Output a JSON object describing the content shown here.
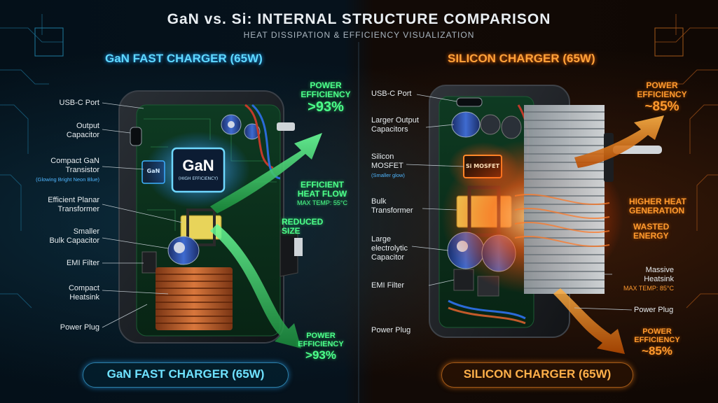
{
  "header": {
    "title": "GaN vs. Si: INTERNAL STRUCTURE COMPARISON",
    "subtitle": "HEAT DISSIPATION & EFFICIENCY VISUALIZATION"
  },
  "gan": {
    "heading": "GaN FAST CHARGER (65W)",
    "footer_label": "GaN FAST CHARGER (65W)",
    "chip_text": "GaN",
    "chip_subtext": "(HIGH EFFICIENCY)",
    "small_chip_text": "GaN",
    "labels": {
      "usb_c_port": "USB-C Port",
      "output_capacitor_1": "Output",
      "output_capacitor_2": "Capacitor",
      "transistor_1": "Compact GaN",
      "transistor_2": "Transistor",
      "transistor_note": "(Glowing Bright Neon Blue)",
      "transformer_1": "Efficient Planar",
      "transformer_2": "Transformer",
      "bulk_capacitor_1": "Smaller",
      "bulk_capacitor_2": "Bulk Capacitor",
      "emi_filter": "EMI Filter",
      "heatsink_1": "Compact",
      "heatsink_2": "Heatsink",
      "power_plug": "Power Plug"
    },
    "callouts": {
      "efficiency_top_1": "POWER",
      "efficiency_top_2": "EFFICIENCY",
      "efficiency_top_value": ">93%",
      "heat_flow_1": "EFFICIENT",
      "heat_flow_2": "HEAT FLOW",
      "max_temp": "MAX TEMP: 55°C",
      "reduced_1": "REDUCED",
      "reduced_2": "SIZE",
      "efficiency_bottom_1": "POWER",
      "efficiency_bottom_2": "EFFICIENCY",
      "efficiency_bottom_value": ">93%"
    }
  },
  "si": {
    "heading": "SILICON CHARGER (65W)",
    "footer_label": "SILICON CHARGER (65W)",
    "chip_text": "Si MOSFET",
    "labels": {
      "usb_c_port": "USB-C Port",
      "output_capacitors_1": "Larger Output",
      "output_capacitors_2": "Capacitors",
      "mosfet_1": "Silicon",
      "mosfet_2": "MOSFET",
      "mosfet_note": "(Smaller glow)",
      "transformer_1": "Bulk",
      "transformer_2": "Transformer",
      "capacitor_1": "Large",
      "capacitor_2": "electrolytic",
      "capacitor_3": "Capacitor",
      "emi_filter": "EMI Filter",
      "power_plug_left": "Power Plug",
      "heatsink_1": "Massive",
      "heatsink_2": "Heatsink",
      "power_plug_right": "Power Plug"
    },
    "callouts": {
      "efficiency_top_1": "POWER",
      "efficiency_top_2": "EFFICIENCY",
      "efficiency_top_value": "~85%",
      "heat_gen_1": "HIGHER HEAT",
      "heat_gen_2": "GENERATION",
      "wasted_1": "WASTED",
      "wasted_2": "ENERGY",
      "max_temp": "MAX TEMP: 85°C",
      "efficiency_bottom_1": "POWER",
      "efficiency_bottom_2": "EFFICIENCY",
      "efficiency_bottom_value": "~85%"
    }
  },
  "colors": {
    "gan_accent": "#5fd8ff",
    "gan_efficiency": "#4cff8a",
    "si_accent": "#ffa23a",
    "heat": "#ff5a1a"
  }
}
